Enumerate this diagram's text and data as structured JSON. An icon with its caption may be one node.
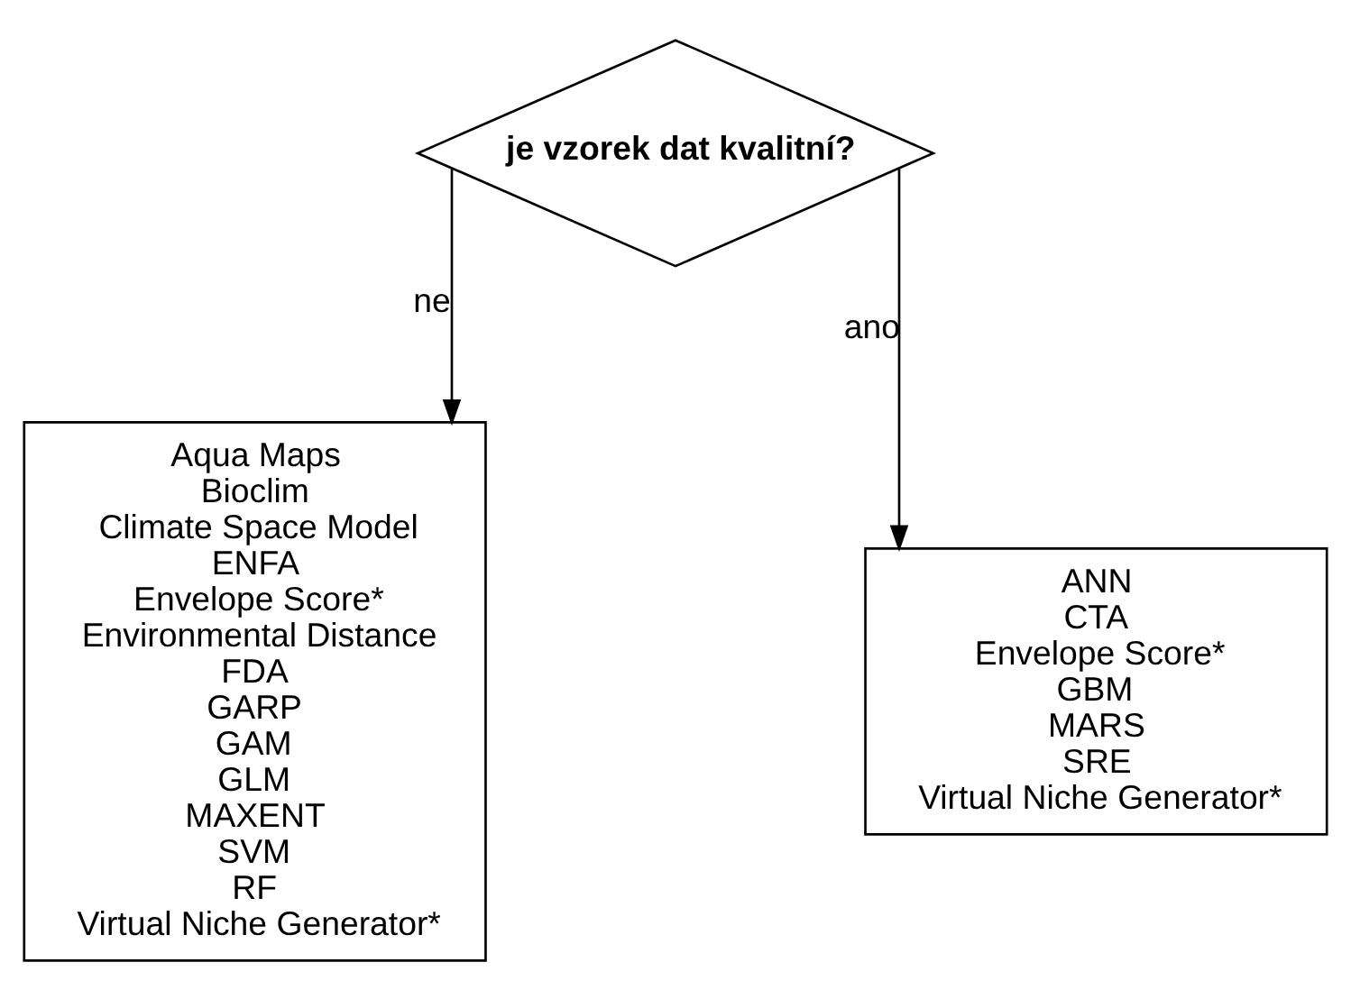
{
  "diagram": {
    "nodes": [
      {
        "text": [
          "je vzorek dat kvalitní?"
        ]
      },
      {
        "text": [
          "Aqua Maps",
          "Bioclim",
          "Climate Space Model",
          "ENFA",
          "Envelope Score*",
          "Environmental Distance",
          "FDA",
          "GARP",
          "GAM",
          "GLM",
          "MAXENT",
          "SVM",
          "RF",
          "Virtual Niche Generator*"
        ]
      },
      {
        "text": [
          "ANN",
          "CTA",
          "Envelope Score*",
          "GBM",
          "MARS",
          "SRE",
          "Virtual Niche Generator*"
        ]
      }
    ],
    "edges": [
      {
        "from": 0,
        "to": 1,
        "arrow": "to",
        "label": "ne"
      },
      {
        "from": 0,
        "to": 2,
        "arrow": "to",
        "label": "ano"
      }
    ]
  }
}
